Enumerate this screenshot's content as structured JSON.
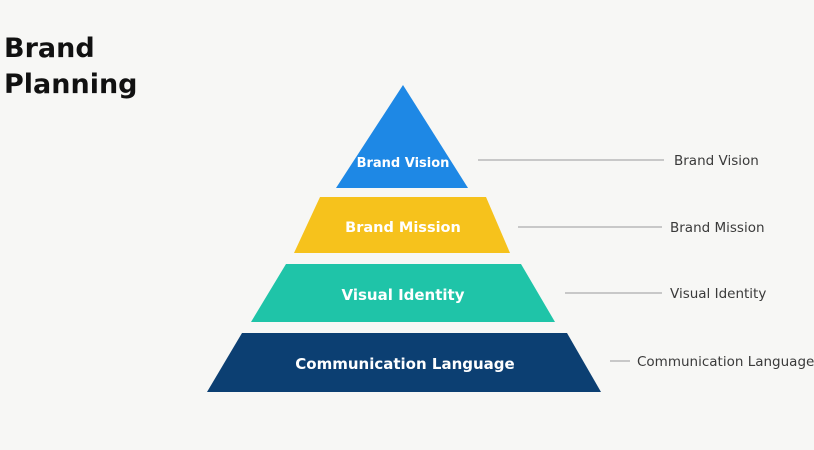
{
  "title": {
    "line1": "Brand",
    "line2": "Planning"
  },
  "colors": {
    "background": "#f7f7f5",
    "title": "#111111",
    "tier_vision": "#1e88e5",
    "tier_mission": "#f6c21c",
    "tier_identity": "#1fc4a8",
    "tier_communication": "#0c3f72",
    "tier_text": "#ffffff",
    "callout_text": "#3a3a3a",
    "callout_line": "#9a9a9a"
  },
  "pyramid": {
    "tiers": [
      {
        "label": "Brand Vision",
        "callout": "Brand Vision",
        "color": "#1e88e5"
      },
      {
        "label": "Brand Mission",
        "callout": "Brand Mission",
        "color": "#f6c21c"
      },
      {
        "label": "Visual Identity",
        "callout": "Visual Identity",
        "color": "#1fc4a8"
      },
      {
        "label": "Communication Language",
        "callout": "Communication Language",
        "color": "#0c3f72"
      }
    ]
  }
}
